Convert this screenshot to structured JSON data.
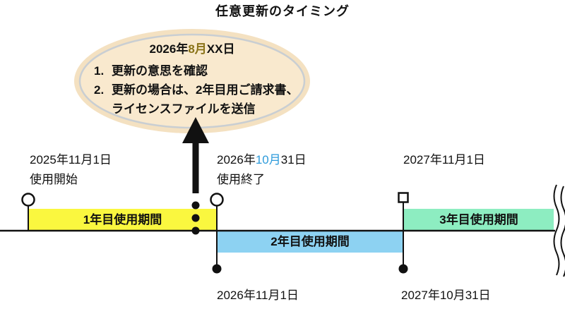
{
  "title": "任意更新のタイミング",
  "balloon": {
    "date": {
      "prefix": "2026年",
      "highlight": "8月",
      "suffix": "XX日"
    },
    "items": [
      {
        "number": "1.",
        "text": "更新の意思を確認"
      },
      {
        "number": "2.",
        "text": "更新の場合は、2年目用ご請求書、ライセンスファイルを送信"
      }
    ]
  },
  "timeline": {
    "start": {
      "date": "2025年11月1日",
      "caption": "使用開始"
    },
    "first_year_end": {
      "date_prefix": "2026年",
      "date_highlight": "10月",
      "date_suffix": "31日",
      "caption": "使用終了"
    },
    "third_year_start": {
      "date": "2027年11月1日"
    },
    "second_year_start": {
      "date": "2026年11月1日"
    },
    "second_year_end": {
      "date": "2027年10月31日"
    },
    "bars": [
      {
        "label": "1年目使用期間",
        "color": "#FAF73F"
      },
      {
        "label": "2年目使用期間",
        "color": "#8DD2F2"
      },
      {
        "label": "3年目使用期間",
        "color": "#8DEDC1"
      }
    ]
  },
  "colors": {
    "august_highlight": "#8A7318",
    "october_highlight": "#2D9BDB",
    "balloon_fill": "#F9E9CE",
    "balloon_glow": "#F4E1C1",
    "balloon_border": "#C9CED2",
    "line": "#111111"
  }
}
